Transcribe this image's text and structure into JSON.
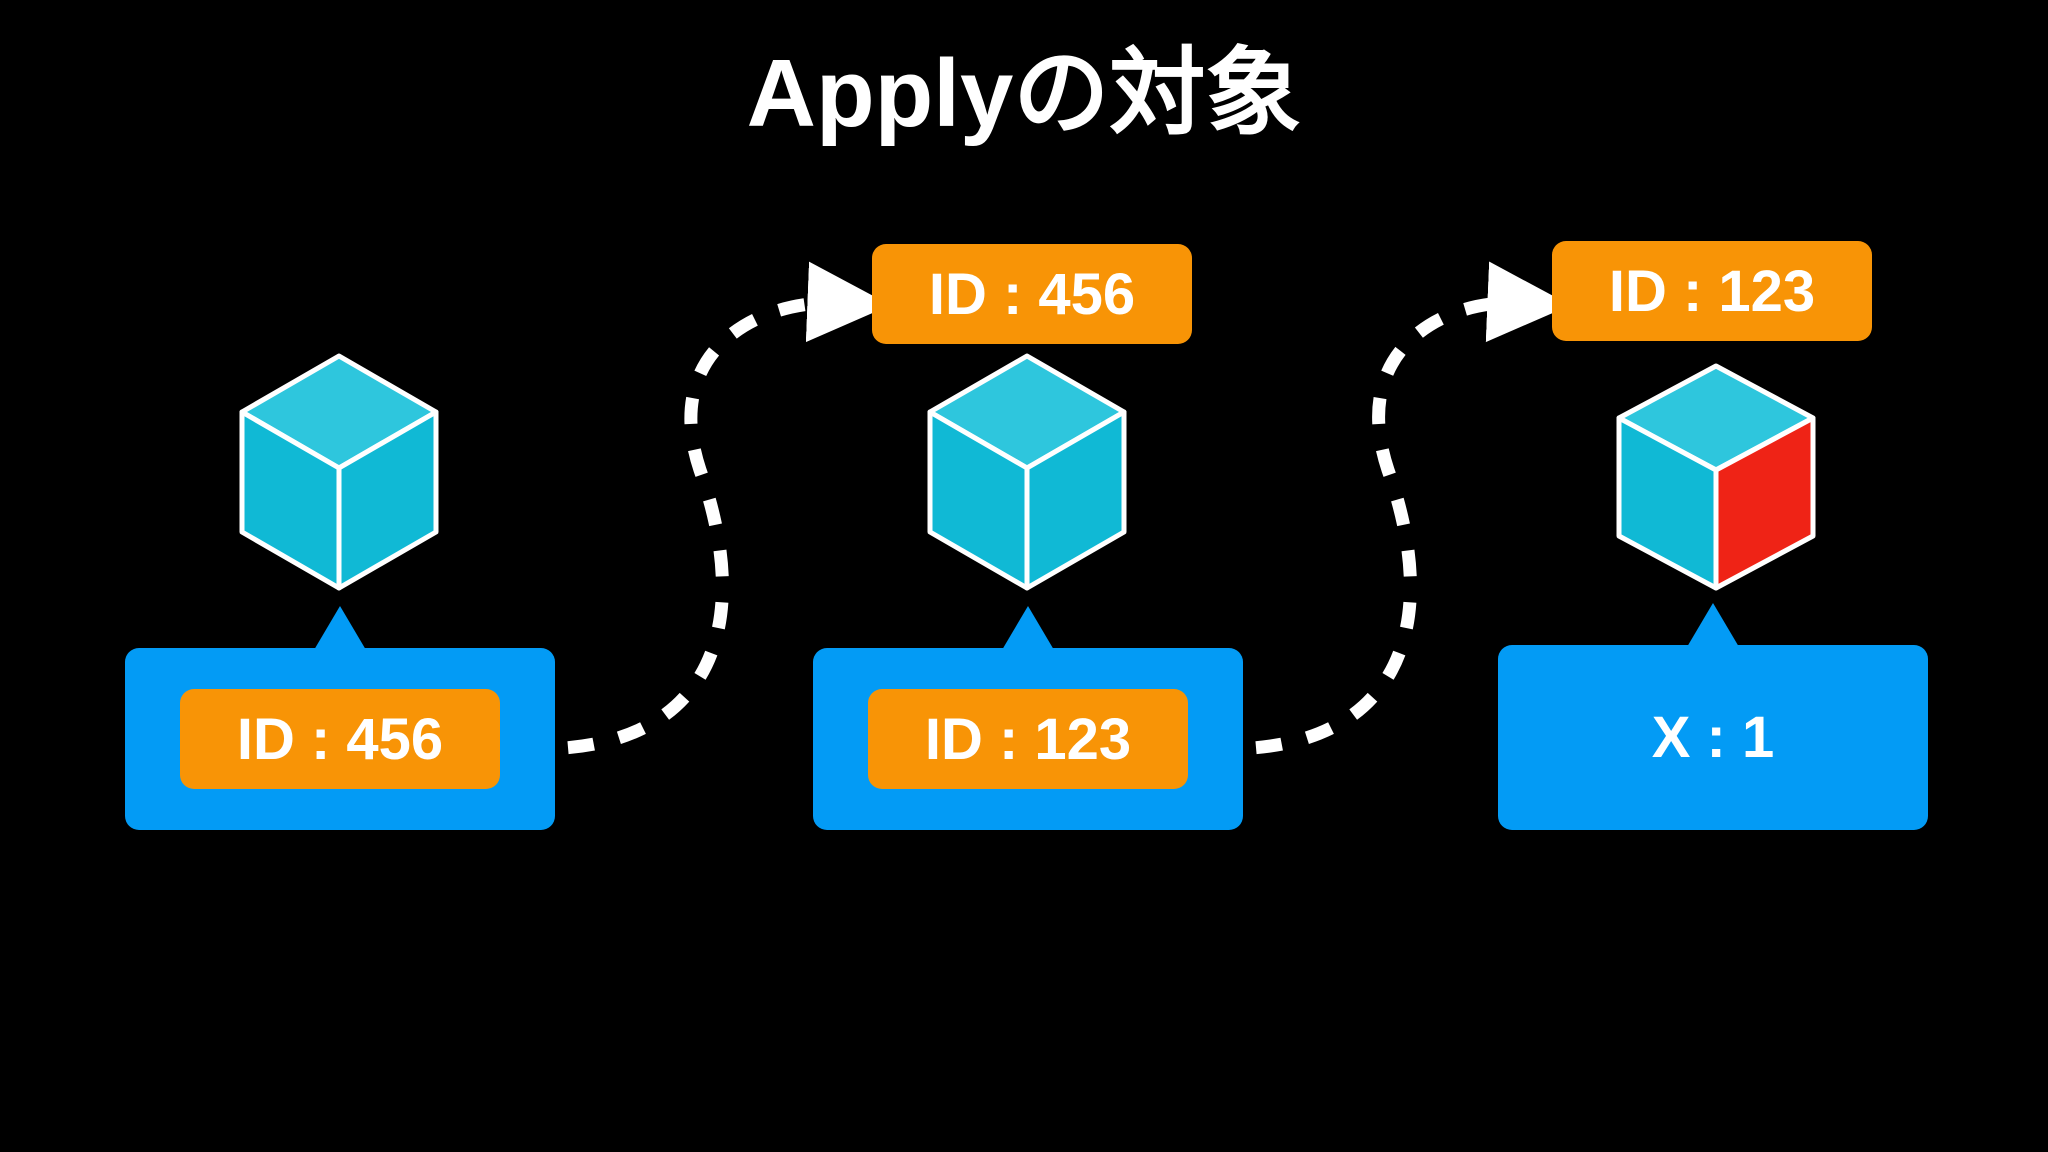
{
  "page": {
    "title": "Applyの対象",
    "background_color": "#000000"
  },
  "colors": {
    "panel_blue": "#039bf5",
    "badge_orange": "#f89406",
    "cube_cyan": "#10b9d5",
    "cube_cyan_top": "#2ec6dd",
    "cube_red": "#ef2316",
    "edge_white": "#ffffff",
    "text_white": "#ffffff"
  },
  "columns": [
    {
      "name": "left",
      "cube": {
        "icon": "cube-icon",
        "faces": {
          "top": "cyan",
          "left": "cyan",
          "right": "cyan"
        }
      },
      "panel": {
        "has_badge": true,
        "badge_label": "ID : 456",
        "plain_label": ""
      },
      "top_badge": null
    },
    {
      "name": "middle",
      "cube": {
        "icon": "cube-icon",
        "faces": {
          "top": "cyan",
          "left": "cyan",
          "right": "cyan"
        }
      },
      "panel": {
        "has_badge": true,
        "badge_label": "ID : 123",
        "plain_label": ""
      },
      "top_badge": {
        "label": "ID : 456"
      }
    },
    {
      "name": "right",
      "cube": {
        "icon": "cube-icon",
        "faces": {
          "top": "cyan",
          "left": "cyan",
          "right": "red"
        }
      },
      "panel": {
        "has_badge": false,
        "badge_label": "",
        "plain_label": "X : 1"
      },
      "top_badge": {
        "label": "ID : 123"
      }
    }
  ],
  "arrows": [
    {
      "name": "arrow-left-to-middle",
      "style": "dashed",
      "color": "#ffffff",
      "direction": "up-right-then-left"
    },
    {
      "name": "arrow-middle-to-right",
      "style": "dashed",
      "color": "#ffffff",
      "direction": "up-right-then-left"
    }
  ]
}
